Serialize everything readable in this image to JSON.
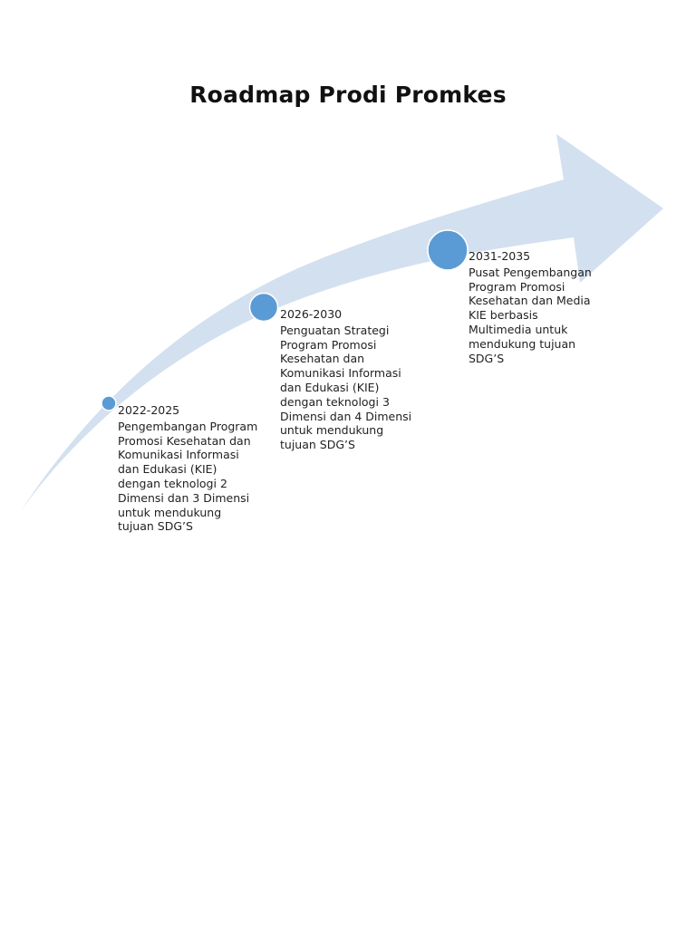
{
  "page": {
    "title": "Roadmap Prodi Promkes"
  },
  "colors": {
    "arrow_fill": "#d3e0ef",
    "node_fill": "#5b9bd5",
    "node_stroke": "#ffffff"
  },
  "milestones": [
    {
      "period": "2022-2025",
      "description": "Pengembangan Program\nPromosi Kesehatan dan\nKomunikasi Informasi\ndan Edukasi (KIE)\ndengan teknologi 2\nDimensi dan 3 Dimensi\nuntuk mendukung\ntujuan SDG’S"
    },
    {
      "period": "2026-2030",
      "description": "Penguatan Strategi\nProgram Promosi\nKesehatan dan\nKomunikasi Informasi\ndan Edukasi (KIE)\ndengan teknologi 3\nDimensi dan 4 Dimensi\nuntuk mendukung\ntujuan SDG’S"
    },
    {
      "period": "2031-2035",
      "description": "Pusat Pengembangan\nProgram Promosi\nKesehatan dan Media\nKIE berbasis\nMultimedia untuk\nmendukung tujuan\nSDG’S"
    }
  ]
}
